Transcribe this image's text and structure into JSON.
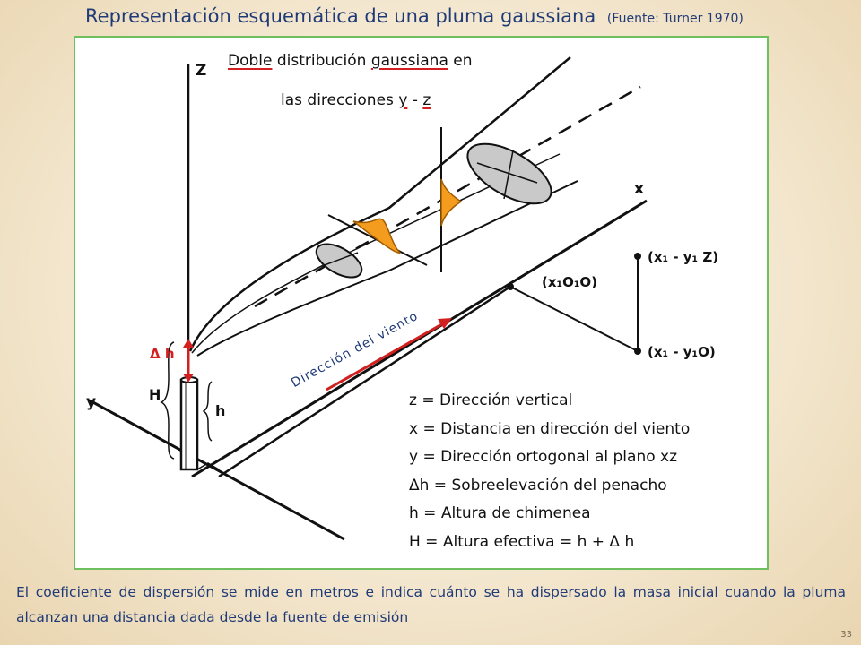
{
  "title": {
    "main": "Representación esquemática de una pluma gaussiana",
    "source": "(Fuente: Turner 1970)"
  },
  "diagram": {
    "heading": {
      "w1": "Doble",
      "w2": " distribución ",
      "w3": "gaussiana",
      "w4": " en"
    },
    "heading2": {
      "prefix": "las direcciones ",
      "y": "y",
      "sep": " - ",
      "z": "z"
    },
    "axes": {
      "z": "Z",
      "x": "x",
      "y": "y"
    },
    "stack_labels": {
      "H": "H",
      "h": "h"
    },
    "delta_h_label": "Δ h",
    "wind_label": "Dirección del viento",
    "points": {
      "p1": "(x₁ - y₁ Z)",
      "p2": "(x₁O₁O)",
      "p3": "(x₁ - y₁O)"
    },
    "legend": [
      "z = Dirección vertical",
      "x = Distancia en dirección del viento",
      "y = Dirección ortogonal al plano xz",
      "Δh = Sobreelevación del penacho",
      "h = Altura de chimenea",
      "H = Altura efectiva = h + Δ h"
    ]
  },
  "footer": {
    "part1": "El coeficiente de dispersión se mide en ",
    "link": "metros",
    "part2": " e indica cuánto se ha dispersado la masa inicial cuando la pluma alcanzan una distancia dada desde la fuente de emisión"
  },
  "page_number": "33",
  "colors": {
    "title": "#1f3a77",
    "panel_border": "#6fbf5e",
    "arrow_red": "#d21f1f",
    "gaussian_orange": "#f39c1e",
    "ellipse_fill": "#c9c9c9"
  }
}
